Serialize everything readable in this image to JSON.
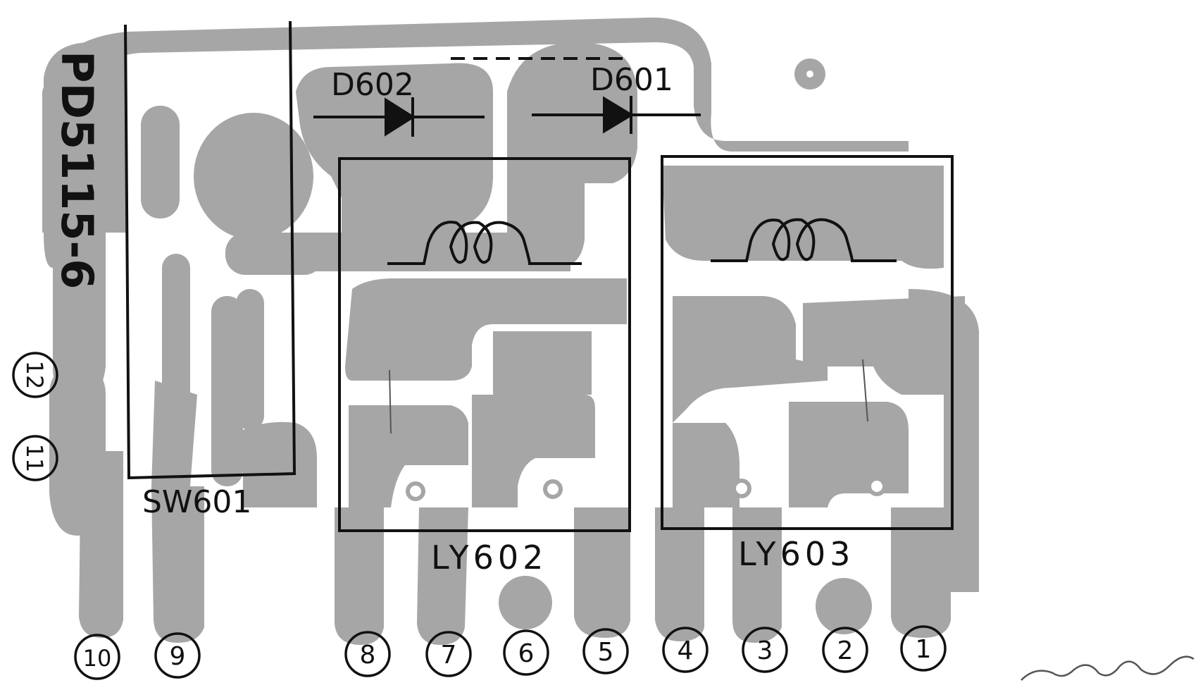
{
  "board_id": "PD5115-6",
  "components": {
    "switch": "SW601",
    "diode_a": "D602",
    "diode_b": "D601",
    "coil_a": "LY602",
    "coil_b": "LY603"
  },
  "pins": {
    "p1": "1",
    "p2": "2",
    "p3": "3",
    "p4": "4",
    "p5": "5",
    "p6": "6",
    "p7": "7",
    "p8": "8",
    "p9": "9",
    "p10": "10",
    "p11": "11",
    "p12": "12"
  },
  "colors": {
    "copper": "#a6a6a6",
    "ink": "#111111",
    "paper": "#ffffff"
  }
}
